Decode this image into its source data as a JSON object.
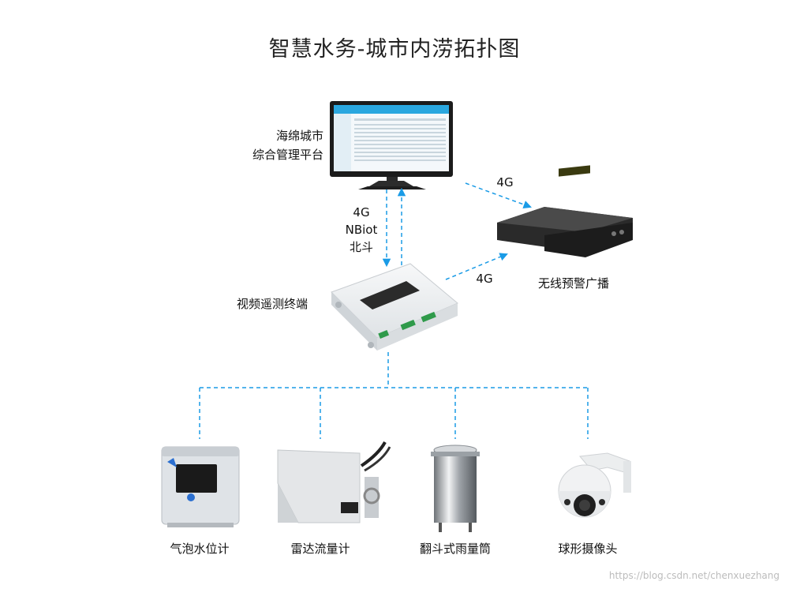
{
  "title": "智慧水务-城市内涝拓扑图",
  "nodes": {
    "platform": {
      "line1": "海绵城市",
      "line2": "综合管理平台",
      "icon": "monitor-icon"
    },
    "broadcast": {
      "label": "无线预警广播",
      "icon": "rack-device-icon"
    },
    "terminal": {
      "label": "视频遥测终端",
      "icon": "terminal-box-icon"
    }
  },
  "edges": {
    "platform_terminal": {
      "line1": "4G",
      "line2": "NBiot",
      "line3": "北斗"
    },
    "platform_broadcast": {
      "label": "4G"
    },
    "terminal_broadcast": {
      "label": "4G"
    }
  },
  "sensors": [
    {
      "label": "气泡水位计",
      "icon": "bubble-level-meter-icon"
    },
    {
      "label": "雷达流量计",
      "icon": "radar-flowmeter-icon"
    },
    {
      "label": "翻斗式雨量筒",
      "icon": "rain-gauge-icon"
    },
    {
      "label": "球形摄像头",
      "icon": "dome-camera-icon"
    }
  ],
  "colors": {
    "link": "#1a9be6",
    "screen": "#2aa7df",
    "device": "#e9ecef"
  },
  "watermark": "https://blog.csdn.net/chenxuezhang"
}
